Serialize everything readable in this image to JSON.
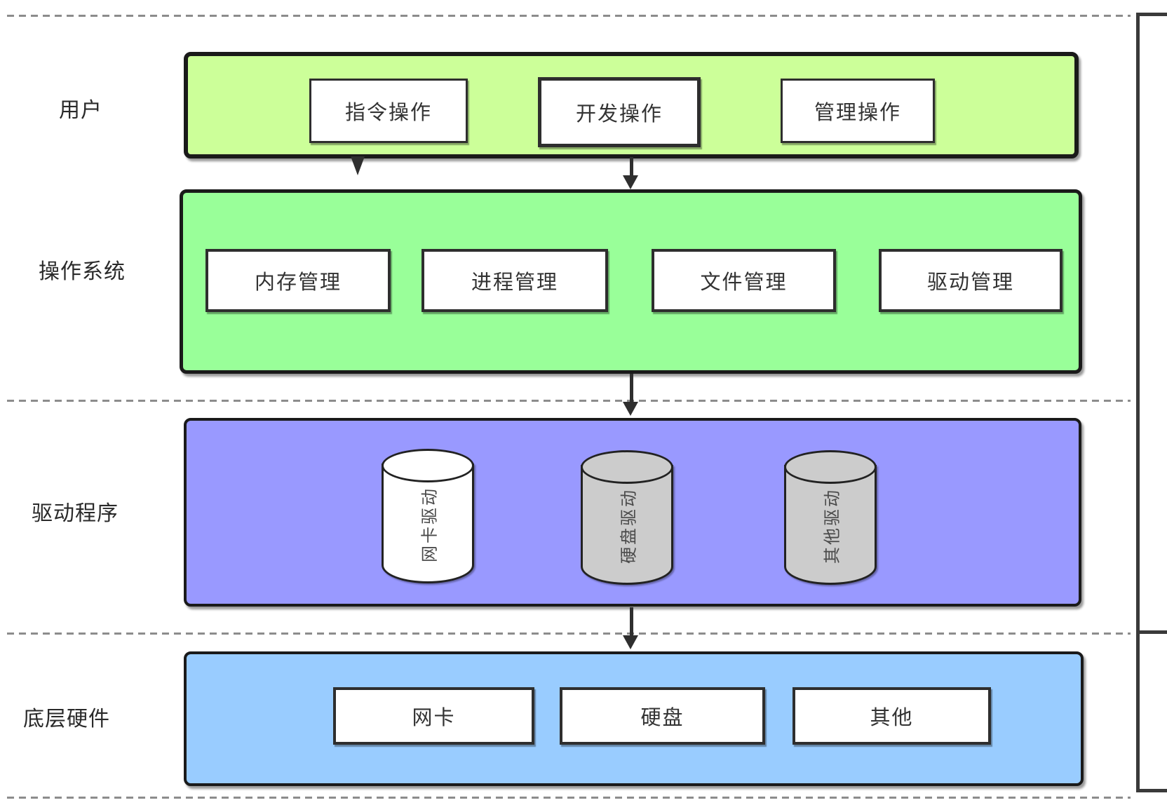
{
  "layers": {
    "user": {
      "label": "用户",
      "boxes": [
        "指令操作",
        "开发操作",
        "管理操作"
      ]
    },
    "os": {
      "label": "操作系统",
      "boxes": [
        "内存管理",
        "进程管理",
        "文件管理",
        "驱动管理"
      ]
    },
    "driver": {
      "label": "驱动程序",
      "cylinders": [
        "网卡驱动",
        "硬盘驱动",
        "其他驱动"
      ]
    },
    "hardware": {
      "label": "底层硬件",
      "boxes": [
        "网卡",
        "硬盘",
        "其他"
      ]
    }
  },
  "colors": {
    "user_band": "#ccff99",
    "os_band": "#99ff99",
    "driver_band": "#9999ff",
    "hardware_band": "#99ccff",
    "cylinder_white": "#ffffff",
    "cylinder_gray": "#cccccc",
    "band_border": "#1a1a1a",
    "dashed_line": "#8c8c8c",
    "arrow": "#2f2f2f"
  }
}
